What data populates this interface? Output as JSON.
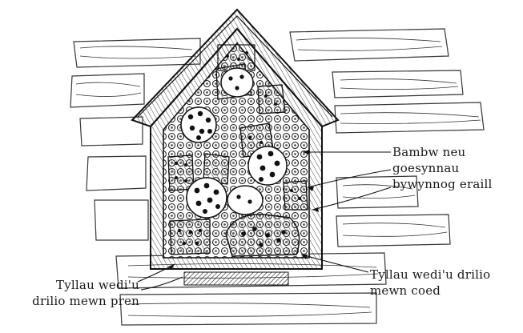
{
  "labels": {
    "bamboo": [
      "Bambw neu",
      "goesynnau",
      "bywynnog eraill"
    ],
    "drilled_wood_block": [
      "Tyllau wedi'u",
      "drilio mewn pren"
    ],
    "drilled_log": [
      "Tyllau wedi'u drilio",
      "mewn coed"
    ]
  },
  "colors": {
    "ink": "#1a1a1a",
    "paper": "#ffffff"
  }
}
